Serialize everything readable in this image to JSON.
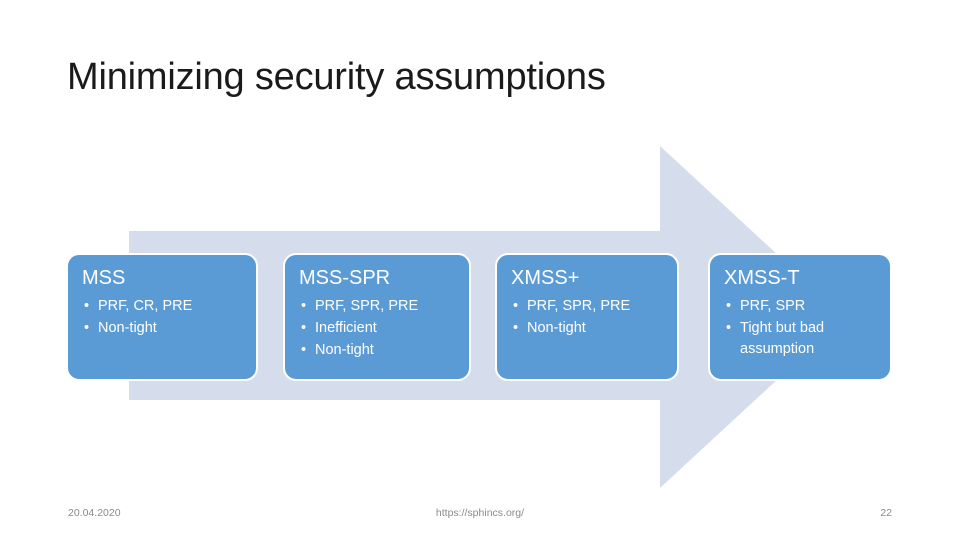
{
  "slide": {
    "title": "Minimizing security assumptions",
    "colors": {
      "arrow_fill": "#d5dcec",
      "box_fill": "#5b9bd5",
      "box_border": "#ffffff",
      "title_text": "#1a1a1a",
      "footer_text": "#8a8a8a",
      "background": "#ffffff"
    }
  },
  "diagram": {
    "shape": "right-arrow",
    "boxes": [
      {
        "title": "MSS",
        "bullets": [
          "PRF, CR, PRE",
          "Non-tight"
        ]
      },
      {
        "title": "MSS-SPR",
        "bullets": [
          "PRF, SPR, PRE",
          "Inefficient",
          "Non-tight"
        ]
      },
      {
        "title": "XMSS+",
        "bullets": [
          "PRF, SPR, PRE",
          "Non-tight"
        ]
      },
      {
        "title": "XMSS-T",
        "bullets": [
          "PRF, SPR",
          "Tight but bad assumption"
        ]
      }
    ],
    "bullet_glyph": "•"
  },
  "footer": {
    "date": "20.04.2020",
    "url": "https://sphincs.org/",
    "page_number": "22"
  }
}
